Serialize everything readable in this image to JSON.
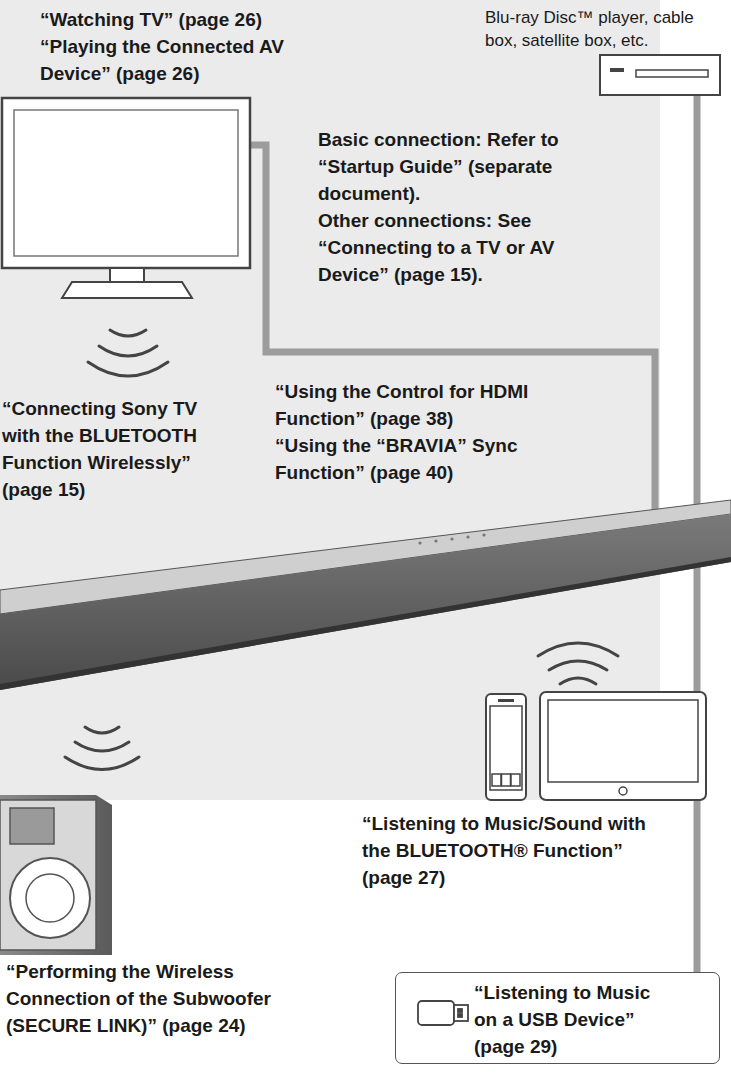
{
  "diagram": {
    "nodes": [
      {
        "text": [
          "“Listening to Music on a USB Device” (page 29)"
        ]
      }
    ],
    "labels": [
      "“Watching TV” (page 26)",
      "“Playing the Connected AV Device” (page 26)",
      "Blu-ray Disc™ player, cable box, satellite box, etc.",
      "Basic connection: Refer to “Startup Guide” (separate document).",
      "Other connections: See “Connecting to a TV or AV Device” (page 15).",
      "“Connecting Sony TV with the BLUETOOTH Function Wirelessly” (page 15)",
      "“Using the Control for HDMI Function” (page 38)",
      "“Using the “BRAVIA” Sync Function” (page 40)",
      "“Listening to Music/Sound with the BLUETOOTH® Function” (page 27)",
      "“Performing the Wireless Connection of the Subwoofer (SECURE LINK)” (page 24)"
    ]
  }
}
